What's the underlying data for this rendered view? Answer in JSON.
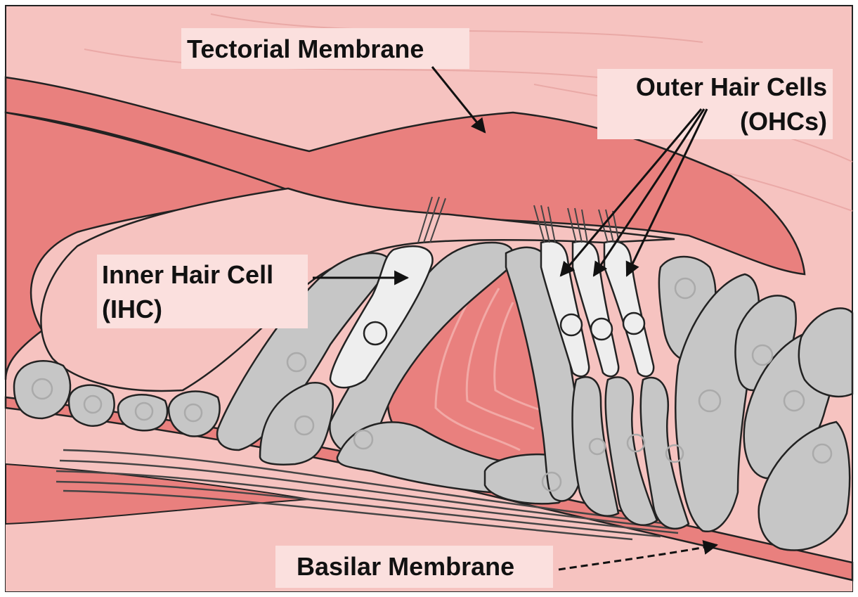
{
  "labels": {
    "tectorial": "Tectorial Membrane",
    "ohc_line1": "Outer Hair Cells",
    "ohc_line2": "(OHCs)",
    "ihc_line1": "Inner Hair Cell",
    "ihc_line2": "(IHC)",
    "basilar": "Basilar Membrane"
  },
  "colors": {
    "background": "#f6c3c0",
    "membrane": "#e9807e",
    "support_cell": "#c6c6c6",
    "hair_cell": "#eeeeee",
    "outline": "#222222"
  }
}
